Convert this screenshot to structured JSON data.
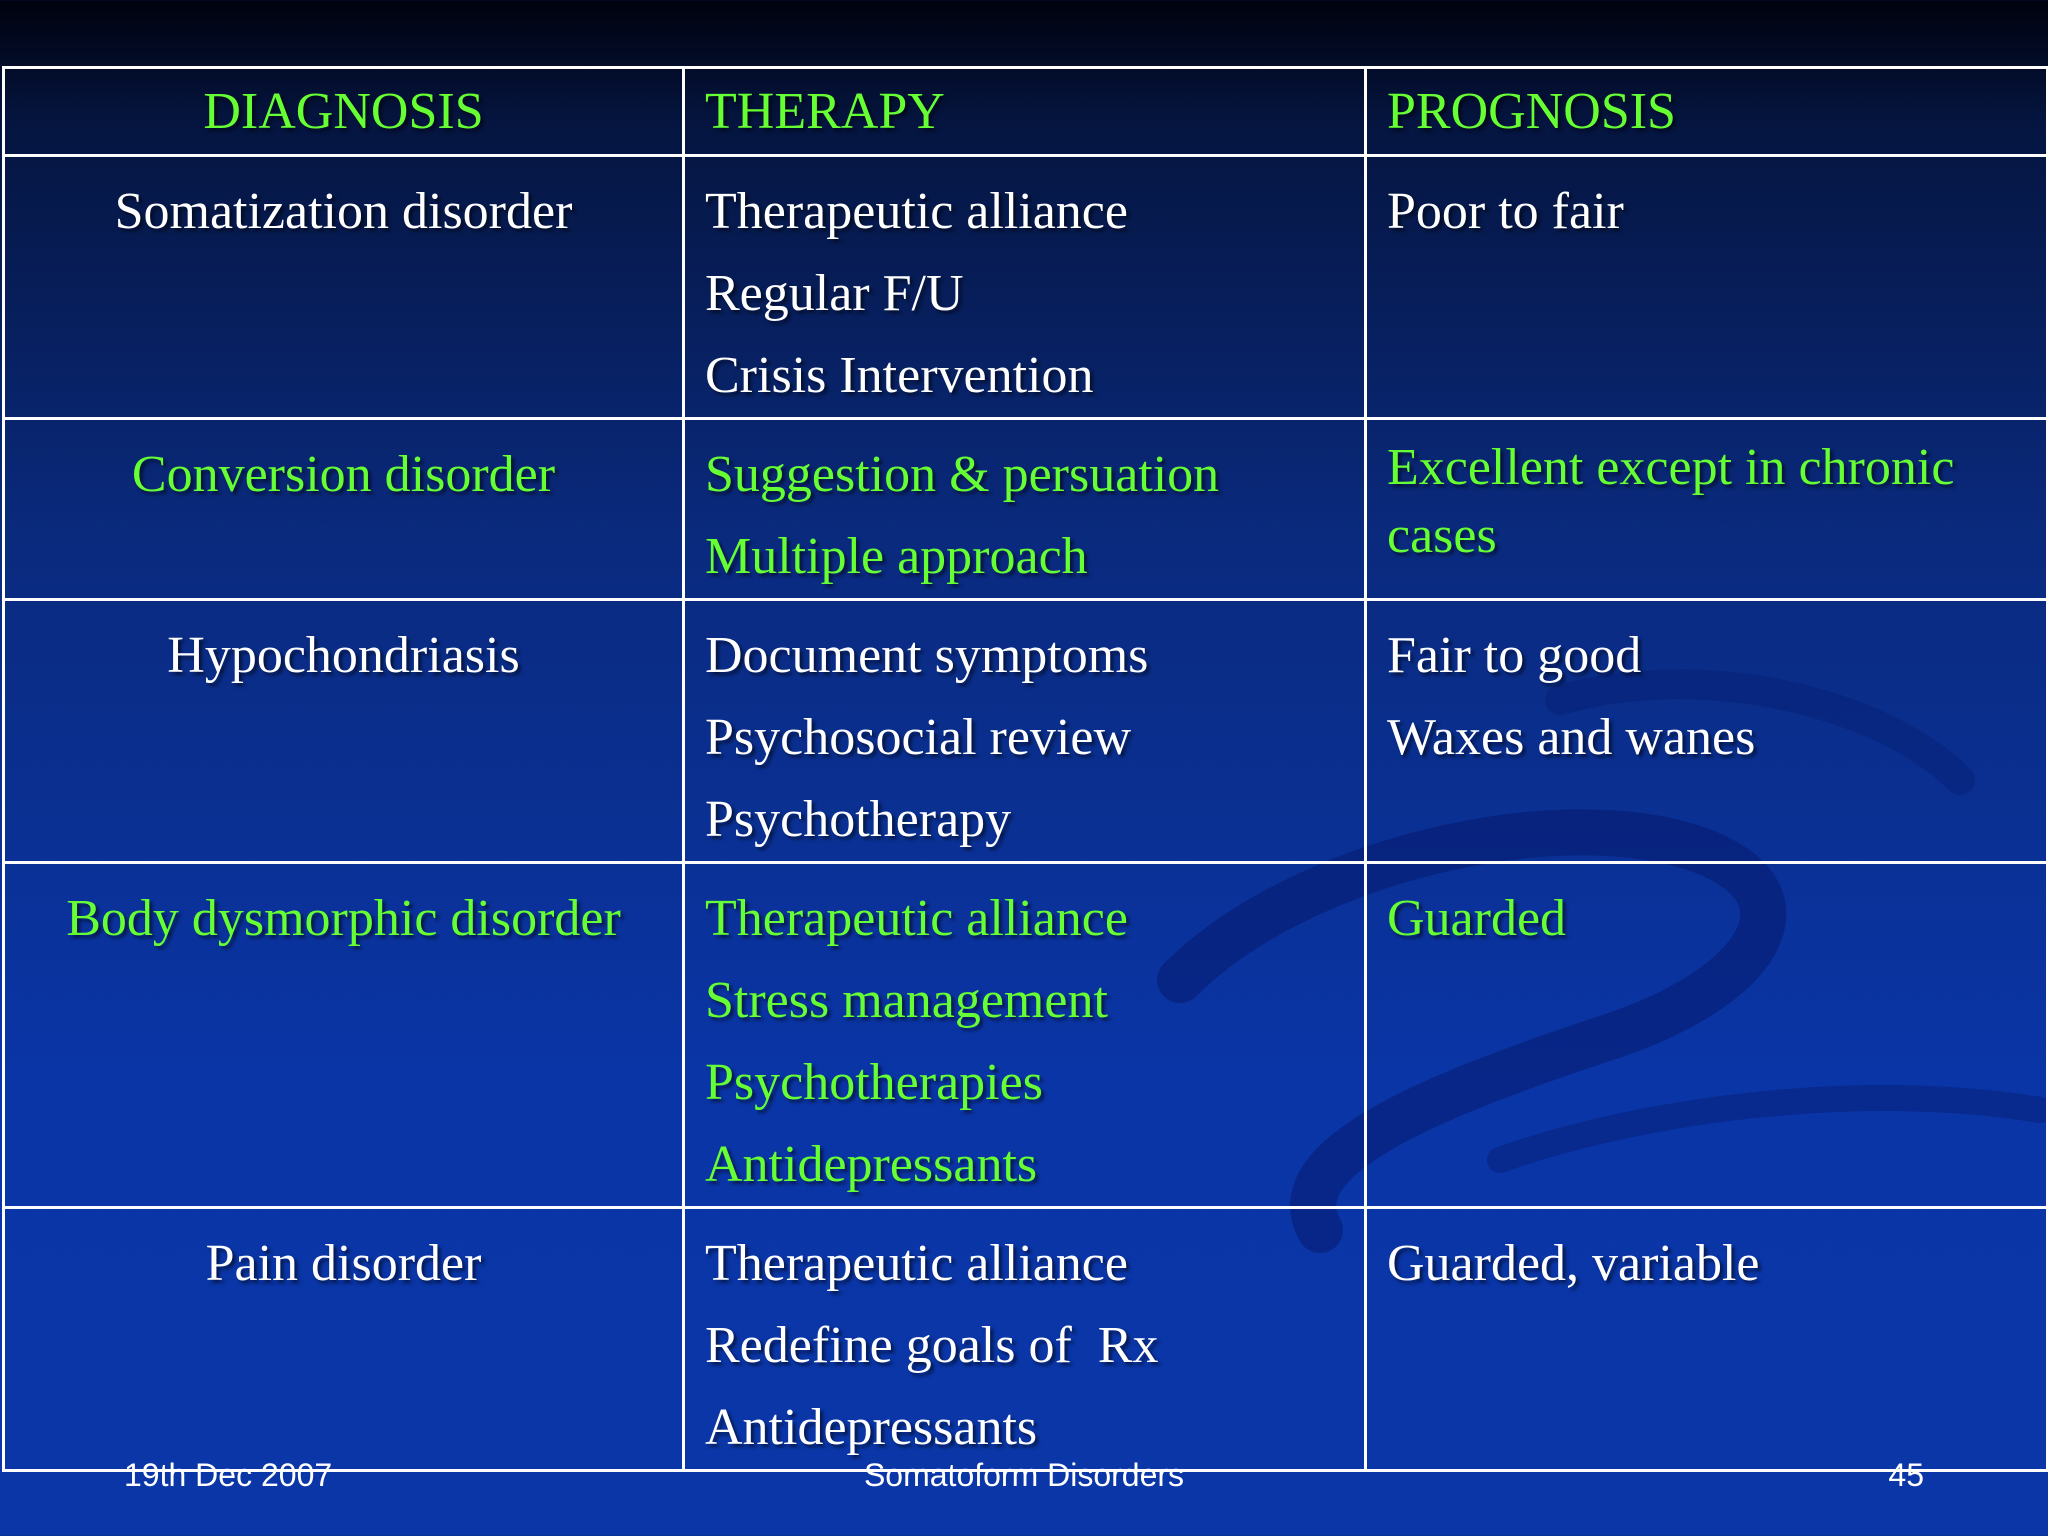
{
  "colors": {
    "header_text": "#66ff33",
    "highlight_text": "#66ff33",
    "body_text": "#ffffff",
    "border": "#ffffff",
    "background": "#0a36a8"
  },
  "table": {
    "headers": [
      "DIAGNOSIS",
      "THERAPY",
      "PROGNOSIS"
    ],
    "rows": [
      {
        "highlight": false,
        "diagnosis": "Somatization disorder",
        "therapy": [
          "Therapeutic alliance",
          "Regular F/U",
          "Crisis Intervention"
        ],
        "prognosis": [
          "Poor to fair"
        ]
      },
      {
        "highlight": true,
        "diagnosis": "Conversion disorder",
        "therapy": [
          "Suggestion & persuation",
          "Multiple approach"
        ],
        "prognosis": [
          "Excellent except in chronic cases"
        ]
      },
      {
        "highlight": false,
        "diagnosis": "Hypochondriasis",
        "therapy": [
          "Document symptoms",
          "Psychosocial review",
          "Psychotherapy"
        ],
        "prognosis": [
          "Fair to good",
          "Waxes and wanes"
        ]
      },
      {
        "highlight": true,
        "diagnosis": "Body dysmorphic disorder",
        "therapy": [
          "Therapeutic alliance",
          "Stress management",
          "Psychotherapies",
          "Antidepressants"
        ],
        "prognosis": [
          "Guarded"
        ]
      },
      {
        "highlight": false,
        "diagnosis": "Pain disorder",
        "therapy": [
          "Therapeutic alliance",
          "Redefine goals of  Rx",
          "Antidepressants"
        ],
        "prognosis": [
          "Guarded, variable"
        ]
      }
    ]
  },
  "footer": {
    "date": "19th Dec 2007",
    "title": "Somatoform Disorders",
    "page_number": "45"
  }
}
